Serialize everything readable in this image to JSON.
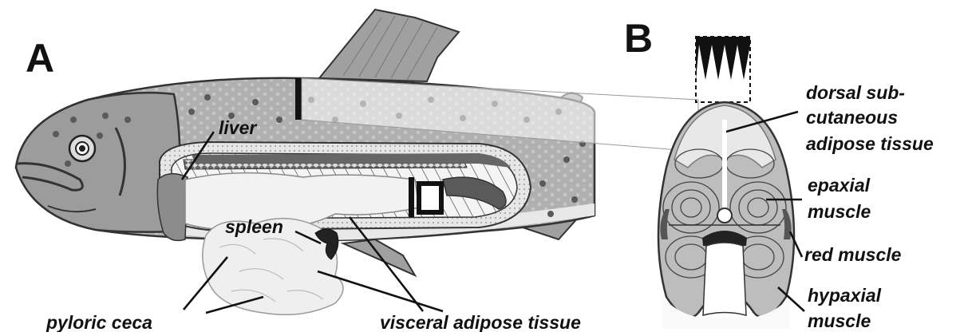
{
  "panels": {
    "a": "A",
    "b": "B"
  },
  "labels": {
    "liver": "liver",
    "spleen": "spleen",
    "pyloric_ceca": "pyloric ceca",
    "visceral_adipose": "visceral adipose tissue",
    "dorsal_line1": "dorsal sub-",
    "dorsal_line2": "cutaneous",
    "dorsal_line3": "adipose tissue",
    "epaxial_line1": "epaxial",
    "epaxial_line2": "muscle",
    "red_muscle": "red muscle",
    "hypaxial_line1": "hypaxial",
    "hypaxial_line2": "muscle"
  },
  "colors": {
    "fish_body": "#a8a8a8",
    "fish_head": "#9c9c9c",
    "belly": "#ececec",
    "spots": "#5a5a5a",
    "viscera": "#f2f2f2",
    "cross_section": "#bdbdbd",
    "outline": "#333333"
  }
}
